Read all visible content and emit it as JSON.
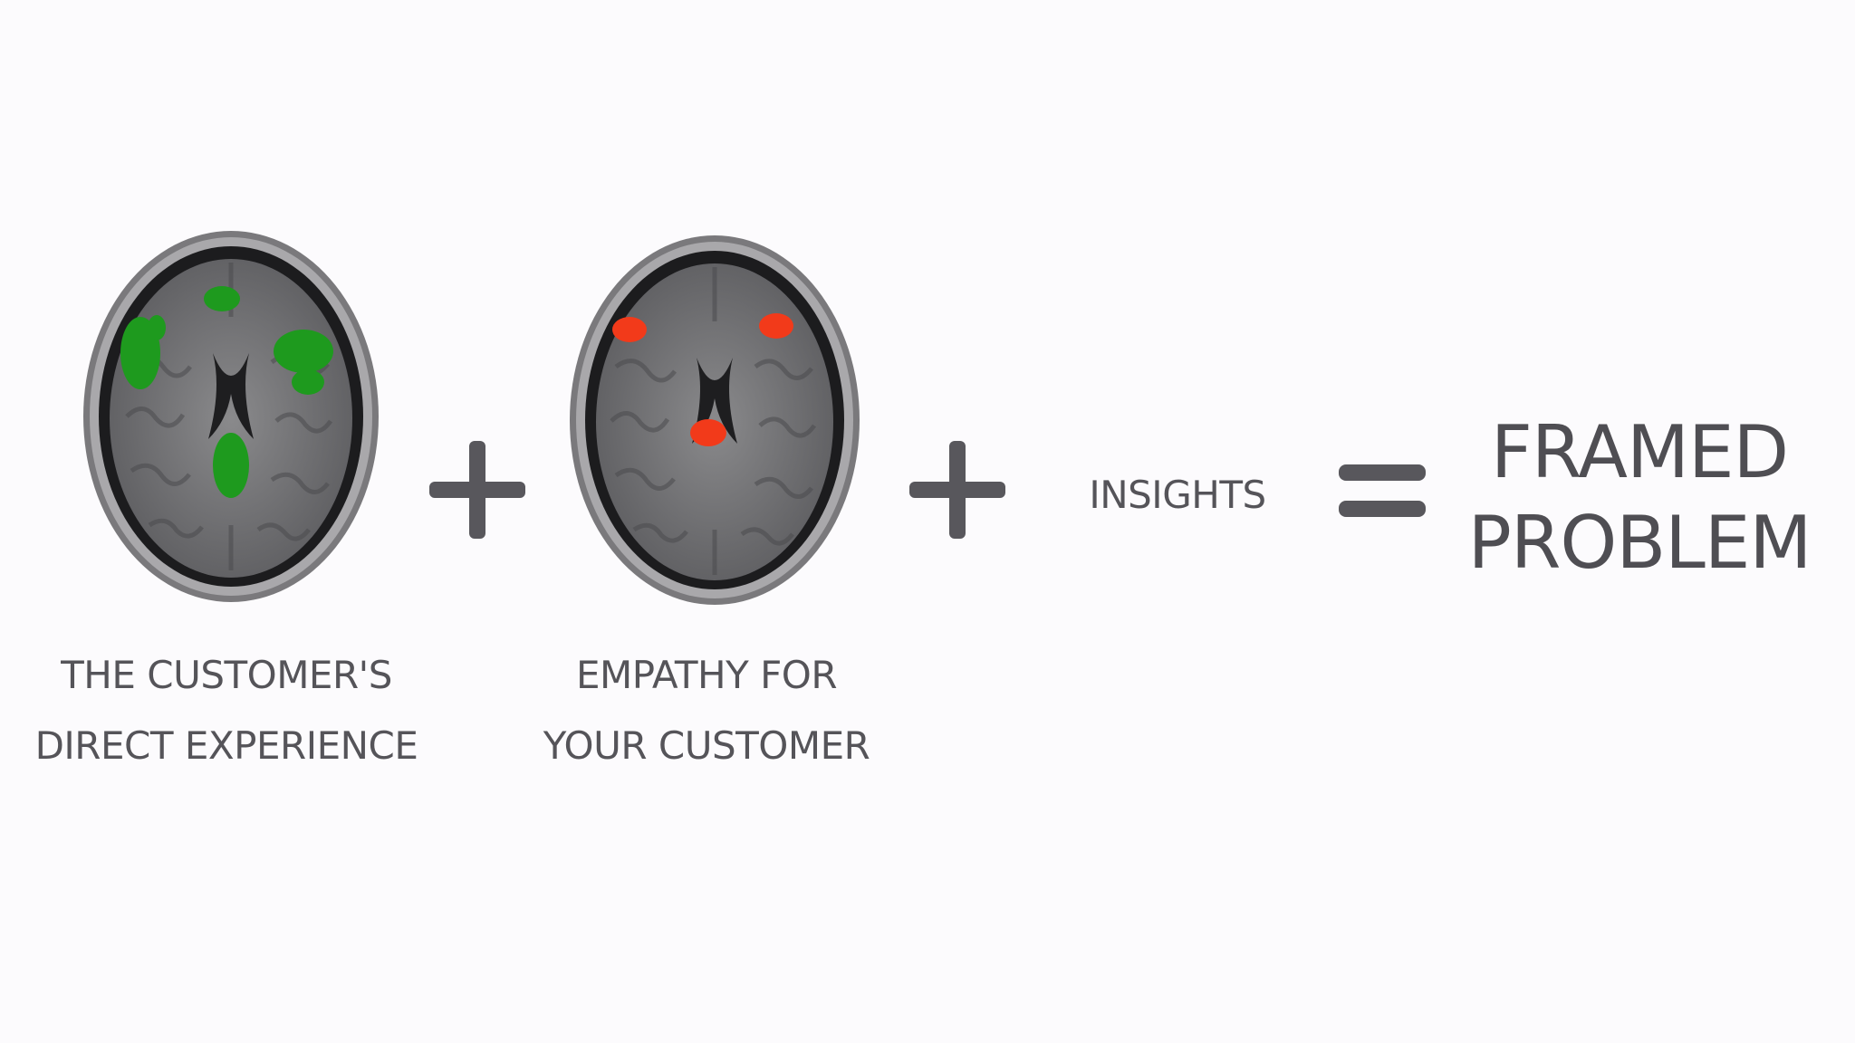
{
  "equation": {
    "term_1": {
      "icon": "brain-scan-green-icon",
      "highlight_color": "#1e9a1e",
      "caption_line_1": "THE CUSTOMER'S",
      "caption_line_2": "DIRECT EXPERIENCE"
    },
    "operator_1": "plus-icon",
    "term_2": {
      "icon": "brain-scan-red-icon",
      "highlight_color": "#f23a1a",
      "caption_line_1": "EMPATHY FOR",
      "caption_line_2": "YOUR CUSTOMER"
    },
    "operator_2": "plus-icon",
    "term_3": {
      "label": "INSIGHTS"
    },
    "operator_3": "equals-icon",
    "result": {
      "line_1": "FRAMED",
      "line_2": "PROBLEM"
    }
  },
  "colors": {
    "background": "#fcfbfd",
    "text": "#555459",
    "operator": "#58575c"
  }
}
